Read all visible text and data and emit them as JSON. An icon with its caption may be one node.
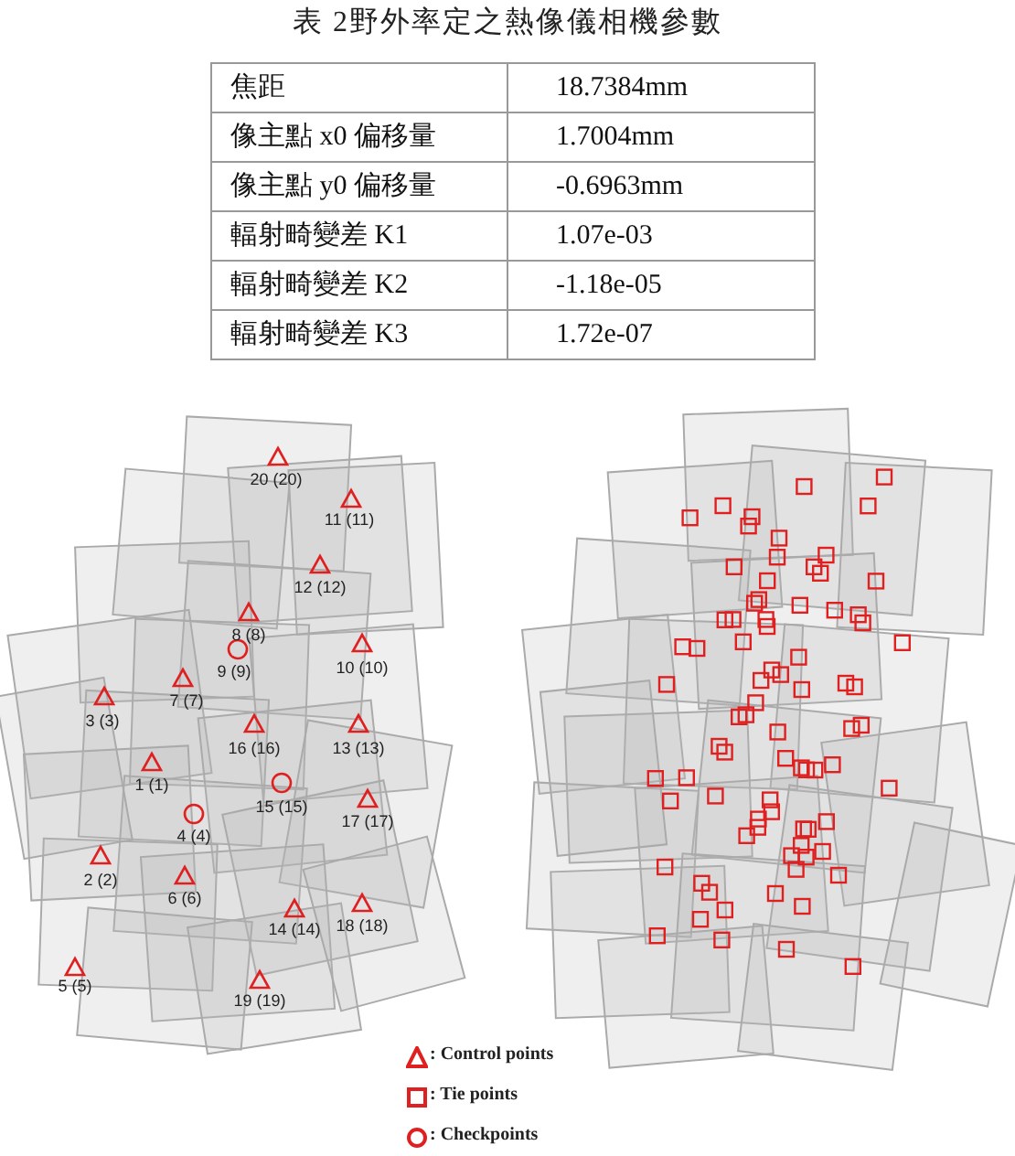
{
  "diagram": {
    "title": "表 2野外率定之熱像儀相機參數",
    "labels": [
      "焦距",
      "18.7384mm",
      "像主點 x0 偏移量",
      "1.7004mm",
      "像主點 y0 偏移量",
      "-0.6963mm",
      "輻射畸變差 K1",
      "1.07e-03",
      "輻射畸變差 K2",
      "-1.18e-05",
      "輻射畸變差 K3",
      "1.72e-07",
      "20 (20)",
      "11 (11)",
      "12 (12)",
      "8 (8)",
      "9 (9)",
      "10 (10)",
      "7 (7)",
      "3 (3)",
      "16 (16)",
      "13 (13)",
      "1 (1)",
      "15 (15)",
      "4 (4)",
      "17 (17)",
      "2 (2)",
      "6 (6)",
      "14 (14)",
      "18 (18)",
      "5 (5)",
      "19 (19)"
    ],
    "legend": [
      {
        "text": ": Control points"
      },
      {
        "text": ": Tie points"
      },
      {
        "text": ": Checkpoints"
      }
    ]
  }
}
